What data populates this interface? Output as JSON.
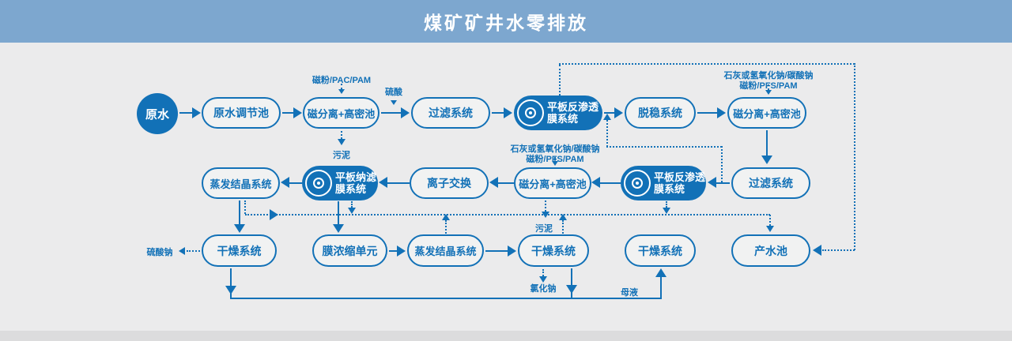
{
  "header": {
    "title": "煤矿矿井水零排放"
  },
  "colors": {
    "primary": "#1271b7",
    "header_bg": "#7da7cf",
    "canvas_bg": "#ebebec",
    "box_fill": "#f1f2f2",
    "footer_bg": "#dcdcdd"
  },
  "nodes": {
    "raw_water": {
      "label": "原水"
    },
    "regulating_pool": {
      "label": "原水调节池"
    },
    "magsep1": {
      "label": "磁分离+高密池"
    },
    "filter1": {
      "label": "过滤系统"
    },
    "ro1": {
      "line1": "平板反渗透",
      "line2": "膜系统"
    },
    "destab": {
      "label": "脱稳系统"
    },
    "magsep2": {
      "label": "磁分离+高密池"
    },
    "filter2": {
      "label": "过滤系统"
    },
    "ro2": {
      "line1": "平板反渗透",
      "line2": "膜系统"
    },
    "magsep3": {
      "label": "磁分离+高密池"
    },
    "ion_exchange": {
      "label": "离子交换"
    },
    "nf": {
      "line1": "平板纳滤",
      "line2": "膜系统"
    },
    "evap1": {
      "label": "蒸发结晶系统"
    },
    "dryer1": {
      "label": "干燥系统"
    },
    "membrane_conc": {
      "label": "膜浓缩单元"
    },
    "evap2": {
      "label": "蒸发结晶系统"
    },
    "dryer2": {
      "label": "干燥系统"
    },
    "dryer3": {
      "label": "干燥系统"
    },
    "product_pool": {
      "label": "产水池"
    }
  },
  "annotations": {
    "dosing1": "磁粉/PAC/PAM",
    "acid": "硫酸",
    "sludge1": "污泥",
    "dosing2_line1": "石灰或氢氧化钠/碳酸钠",
    "dosing2_line2": "磁粉/PFS/PAM",
    "dosing3_line1": "石灰或氢氧化钠/碳酸钠",
    "dosing3_line2": "磁粉/PFS/PAM",
    "sludge2": "污泥",
    "sodium_sulfate": "硫酸钠",
    "sodium_chloride": "氯化钠",
    "mother_liquor": "母液"
  }
}
